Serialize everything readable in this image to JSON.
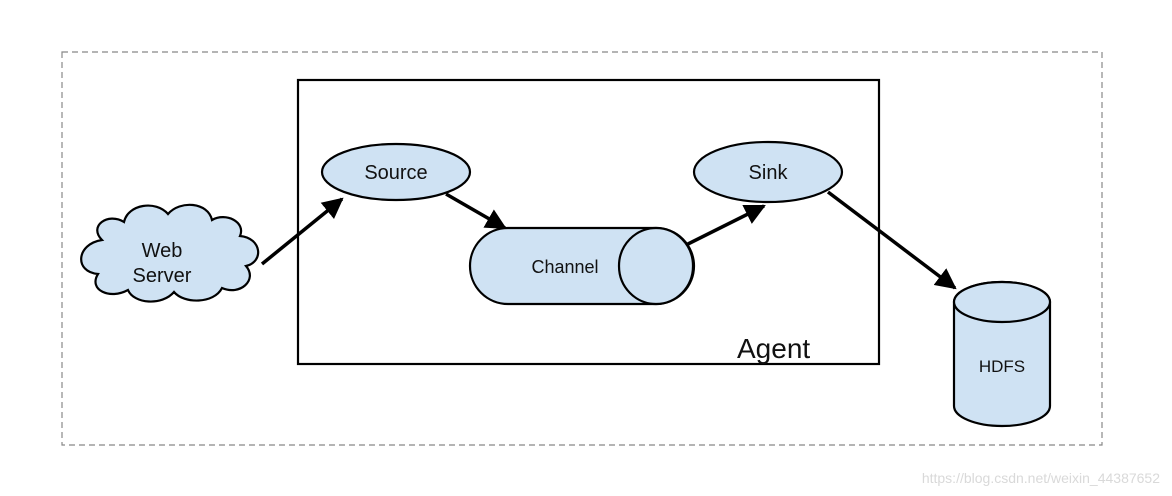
{
  "diagram": {
    "agent_label": "Agent",
    "nodes": {
      "web_server": {
        "line1": "Web",
        "line2": "Server",
        "shape": "cloud"
      },
      "source": {
        "label": "Source",
        "shape": "ellipse"
      },
      "channel": {
        "label": "Channel",
        "shape": "horizontal-cylinder"
      },
      "sink": {
        "label": "Sink",
        "shape": "ellipse"
      },
      "hdfs": {
        "label": "HDFS",
        "shape": "vertical-cylinder"
      }
    },
    "edges": [
      {
        "from": "Web Server",
        "to": "Source"
      },
      {
        "from": "Source",
        "to": "Channel"
      },
      {
        "from": "Channel",
        "to": "Sink"
      },
      {
        "from": "Sink",
        "to": "HDFS"
      }
    ],
    "colors": {
      "node_fill": "#cfe2f3",
      "stroke": "#000000",
      "outer_border": "#888888",
      "watermark": "#d9d9d9"
    }
  },
  "watermark": {
    "text": "https://blog.csdn.net/weixin_44387652"
  }
}
